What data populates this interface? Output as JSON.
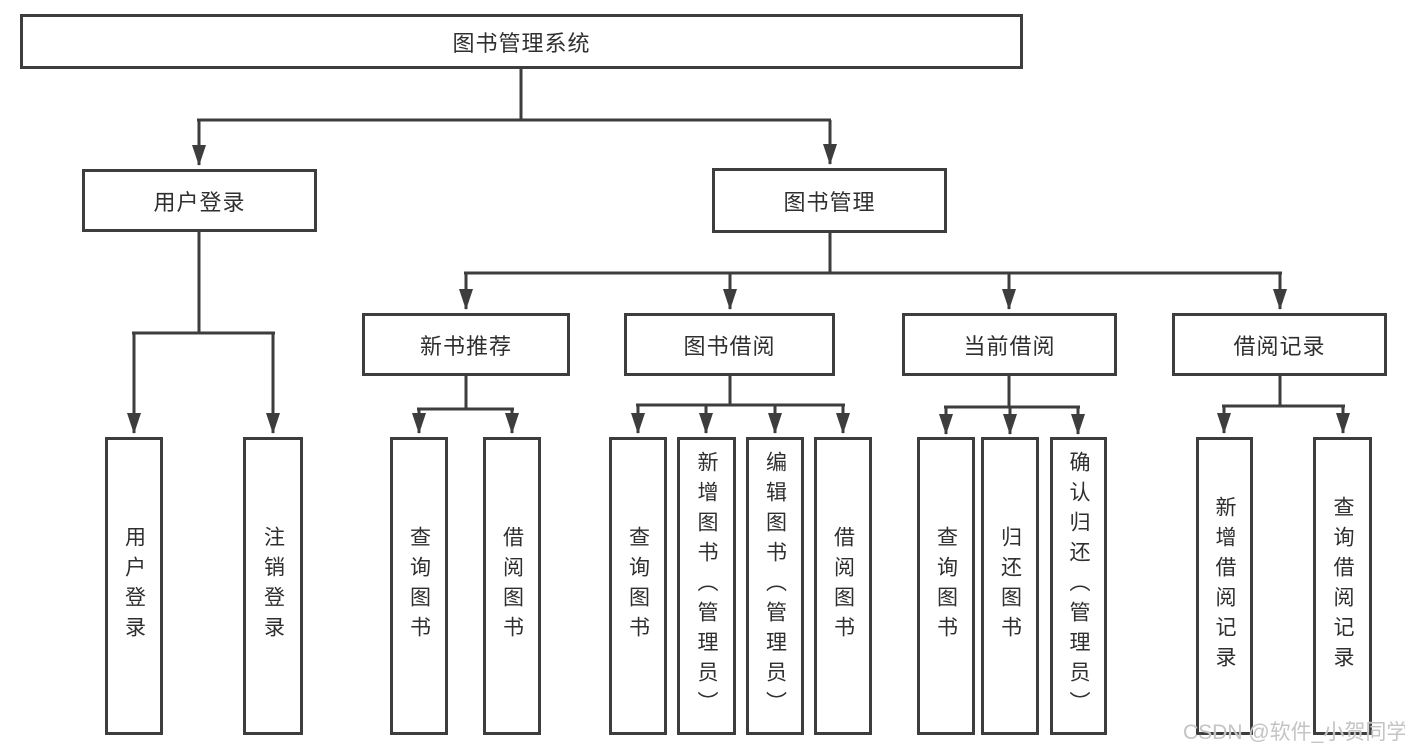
{
  "diagram": {
    "root": {
      "label": "图书管理系统"
    },
    "level2": [
      {
        "id": "user-login",
        "label": "用户登录"
      },
      {
        "id": "book-management",
        "label": "图书管理"
      }
    ],
    "level3": [
      {
        "id": "new-book-recommend",
        "label": "新书推荐",
        "parent": "图书管理"
      },
      {
        "id": "book-borrowing",
        "label": "图书借阅",
        "parent": "图书管理"
      },
      {
        "id": "current-borrowing",
        "label": "当前借阅",
        "parent": "图书管理"
      },
      {
        "id": "borrowing-records",
        "label": "借阅记录",
        "parent": "图书管理"
      }
    ],
    "leaves": [
      {
        "id": "user-login-action",
        "label": "用户登录",
        "parent": "用户登录"
      },
      {
        "id": "logout-action",
        "label": "注销登录",
        "parent": "用户登录"
      },
      {
        "id": "query-books-recommend",
        "label": "查询图书",
        "parent": "新书推荐"
      },
      {
        "id": "borrow-books-recommend",
        "label": "借阅图书",
        "parent": "新书推荐"
      },
      {
        "id": "query-books-borrowing",
        "label": "查询图书",
        "parent": "图书借阅"
      },
      {
        "id": "add-books-admin",
        "label": "新增图书（管理员）",
        "parent": "图书借阅"
      },
      {
        "id": "edit-books-admin",
        "label": "编辑图书（管理员）",
        "parent": "图书借阅"
      },
      {
        "id": "borrow-books-borrowing",
        "label": "借阅图书",
        "parent": "图书借阅"
      },
      {
        "id": "query-books-current",
        "label": "查询图书",
        "parent": "当前借阅"
      },
      {
        "id": "return-books",
        "label": "归还图书",
        "parent": "当前借阅"
      },
      {
        "id": "confirm-return-admin",
        "label": "确认归还（管理员）",
        "parent": "当前借阅"
      },
      {
        "id": "add-borrow-record",
        "label": "新增借阅记录",
        "parent": "借阅记录"
      },
      {
        "id": "query-borrow-record",
        "label": "查询借阅记录",
        "parent": "借阅记录"
      }
    ]
  },
  "watermark": {
    "text": "CSDN @软件_小贺同学"
  },
  "colors": {
    "line": "#3d3d3d",
    "text": "#2f2f2f",
    "background": "#ffffff",
    "watermark": "#c4c4c4"
  }
}
